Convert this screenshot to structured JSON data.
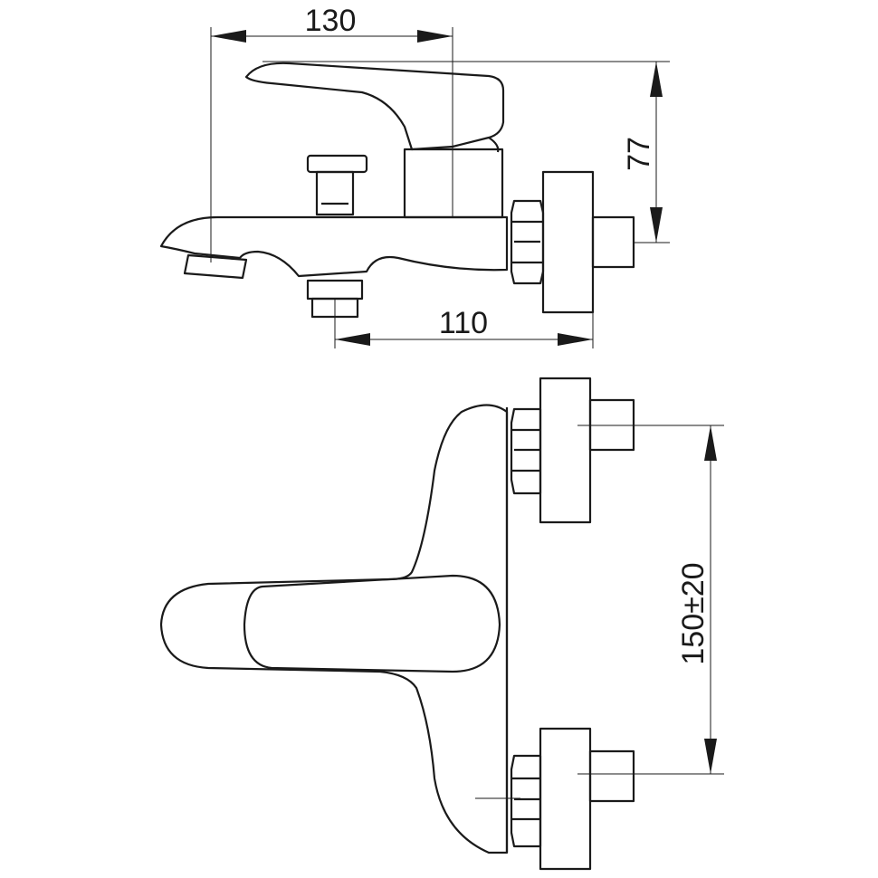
{
  "drawing": {
    "side_view": {
      "dim_width_overall": "130",
      "dim_height": "77",
      "dim_projection": "110"
    },
    "front_view": {
      "dim_inlet_spacing": "150±20"
    },
    "line_color": "#1a1a1a"
  }
}
